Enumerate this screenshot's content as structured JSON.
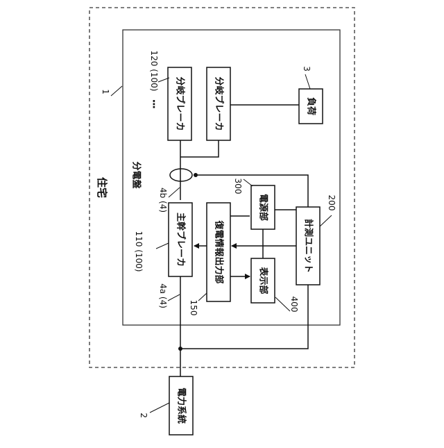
{
  "house": {
    "label": "住宅",
    "ref": "1"
  },
  "panel": {
    "label": "分電盤"
  },
  "grid": {
    "label": "電力系統",
    "ref": "2"
  },
  "load": {
    "label": "負荷",
    "ref": "3"
  },
  "branch_breaker_a": {
    "label": "分岐ブレーカ",
    "ref": "120 (100)"
  },
  "branch_breaker_b": {
    "label": "分岐ブレーカ"
  },
  "ellipsis": "⋮",
  "main_breaker": {
    "label": "主幹ブレーカ",
    "ref": "110 (100)"
  },
  "restore_output": {
    "label": "復電情報出力部",
    "ref": "150"
  },
  "power_supply": {
    "label": "電源部",
    "ref": "300"
  },
  "display": {
    "label": "表示部",
    "ref": "400"
  },
  "measurement": {
    "label": "計測ユニット",
    "ref": "200"
  },
  "line_4a": "4a (4)",
  "line_4b": "4b (4)"
}
